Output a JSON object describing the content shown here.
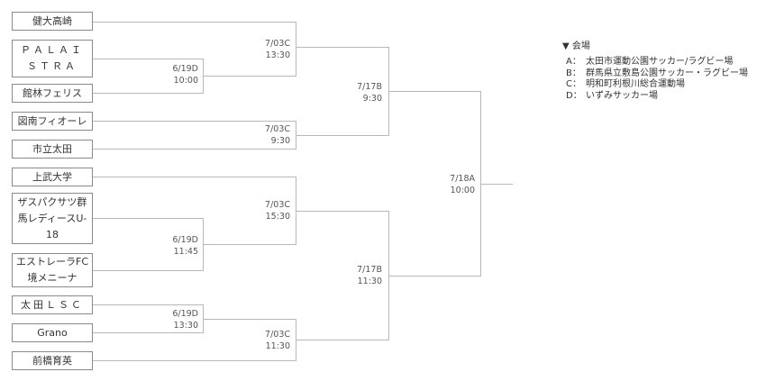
{
  "teams": [
    "健大高崎",
    "ＰＡＬＡＩＳＴＲＡ",
    "館林フェリス",
    "図南フィオーレ",
    "市立太田",
    "上武大学",
    "ザスパクサツ群馬レディースU-18",
    "エストレーラFC境メニーナ",
    "太田ＬＳＣ",
    "Grano",
    "前橋育英"
  ],
  "matches": [
    {
      "date": "6/19D",
      "time": "10:00"
    },
    {
      "date": "7/03C",
      "time": "13:30"
    },
    {
      "date": "7/03C",
      "time": "9:30"
    },
    {
      "date": "6/19D",
      "time": "11:45"
    },
    {
      "date": "7/03C",
      "time": "15:30"
    },
    {
      "date": "6/19D",
      "time": "13:30"
    },
    {
      "date": "7/03C",
      "time": "11:30"
    },
    {
      "date": "7/17B",
      "time": "9:30"
    },
    {
      "date": "7/17B",
      "time": "11:30"
    },
    {
      "date": "7/18A",
      "time": "10:00"
    }
  ],
  "legend": {
    "title": "▼ 会場",
    "venues": [
      {
        "key": "A：",
        "name": "太田市運動公園サッカー/ラグビー場"
      },
      {
        "key": "B：",
        "name": "群馬県立敷島公園サッカー・ラグビー場"
      },
      {
        "key": "C：",
        "name": "明和町利根川総合運動場"
      },
      {
        "key": "D：",
        "name": "いずみサッカー場"
      }
    ]
  }
}
